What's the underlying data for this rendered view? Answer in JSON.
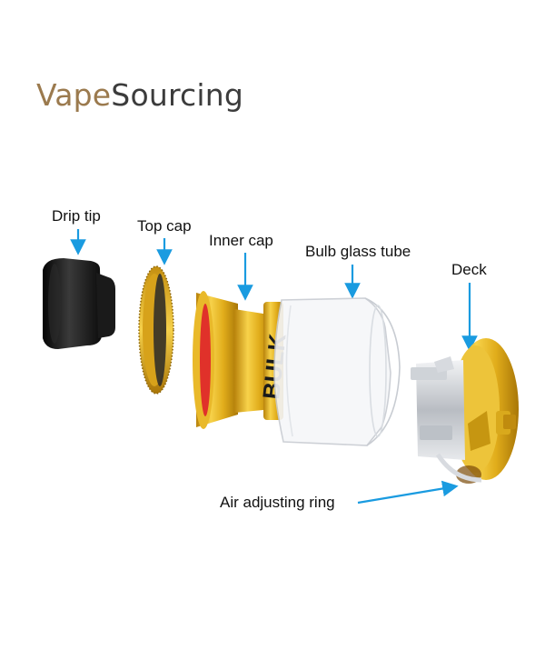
{
  "brand": {
    "part1": "Vape",
    "part2": "Sourcing",
    "part1_color": "#9b7a4e",
    "part2_color": "#3c3c3c"
  },
  "device_text": "BULK",
  "labels": {
    "drip_tip": "Drip tip",
    "top_cap": "Top cap",
    "inner_cap": "Inner cap",
    "bulb_glass_tube": "Bulb glass tube",
    "deck": "Deck",
    "air_adjusting_ring": "Air adjusting  ring"
  },
  "colors": {
    "arrow": "#1a9be0",
    "gold": "#e0b21c",
    "black_part": "#1b1b1b",
    "seal": "#e0312a"
  }
}
